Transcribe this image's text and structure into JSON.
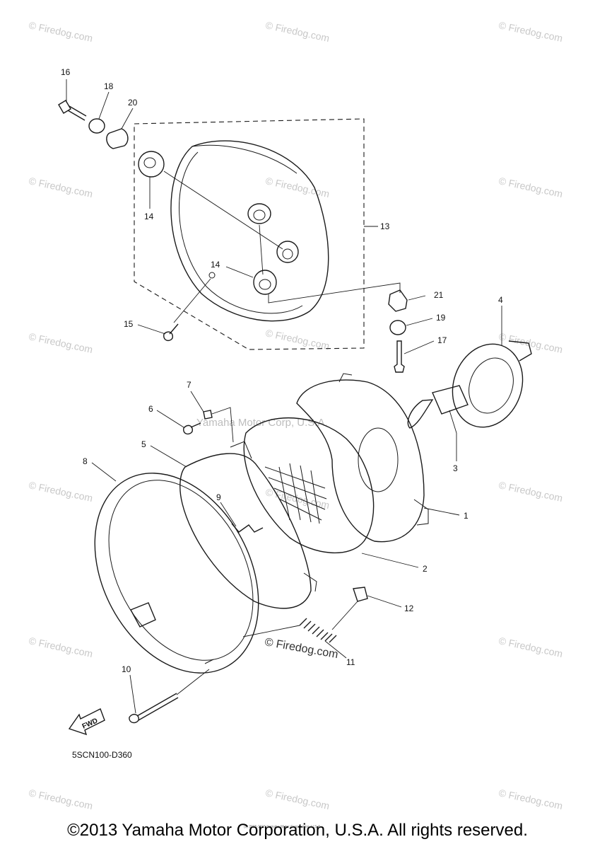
{
  "diagram": {
    "callouts": [
      "16",
      "18",
      "20",
      "14",
      "13",
      "14",
      "15",
      "21",
      "19",
      "17",
      "4",
      "7",
      "6",
      "5",
      "8",
      "9",
      "3",
      "1",
      "2",
      "12",
      "11",
      "10"
    ],
    "diagram_code": "5SCN100-D360",
    "fwd_label": "FWD",
    "center_watermark": "Yamaha Motor Corp, U.S.A.",
    "overlay_watermark": "© Firedog.com",
    "small_notice": "(c) 2005-2015 Yamaha Motor Corporation, U.S.A."
  },
  "watermark": {
    "text": "© Firedog.com"
  },
  "footer": {
    "copyright": "©2013 Yamaha Motor Corporation, U.S.A. All rights reserved."
  }
}
